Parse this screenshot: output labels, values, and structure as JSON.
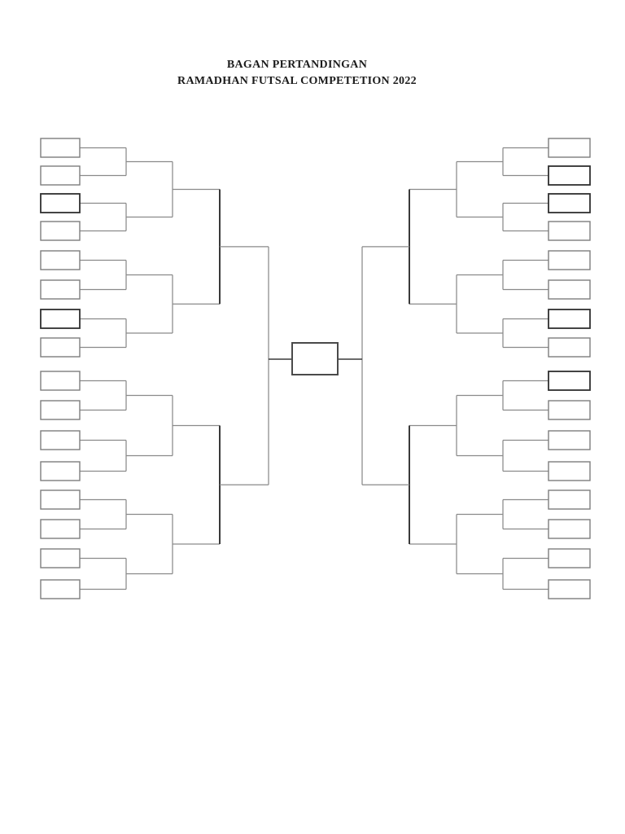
{
  "page": {
    "background": "#ffffff",
    "text_color": "#1b1b1b",
    "title_line1": "BAGAN PERTANDINGAN",
    "title_line2": "RAMADHAN FUTSAL COMPETETION 2022"
  },
  "bracket": {
    "type": "single-elimination-tournament",
    "total_first_round_slots": 32,
    "slots_per_side": 16,
    "rounds_per_side": 4,
    "sides": {
      "left": {
        "slots": [
          "",
          "",
          "",
          "",
          "",
          "",
          "",
          "",
          "",
          "",
          "",
          "",
          "",
          "",
          "",
          ""
        ]
      },
      "right": {
        "slots": [
          "",
          "",
          "",
          "",
          "",
          "",
          "",
          "",
          "",
          "",
          "",
          "",
          "",
          "",
          "",
          ""
        ]
      }
    },
    "final_slot": "",
    "colors": {
      "line": "#8a8a8a",
      "line_dark": "#3a3a3a",
      "box_border": "#7d7d7d",
      "box_border_dark": "#2f2f2f",
      "box_fill": "#ffffff",
      "final_border": "#4a4a4a"
    }
  }
}
